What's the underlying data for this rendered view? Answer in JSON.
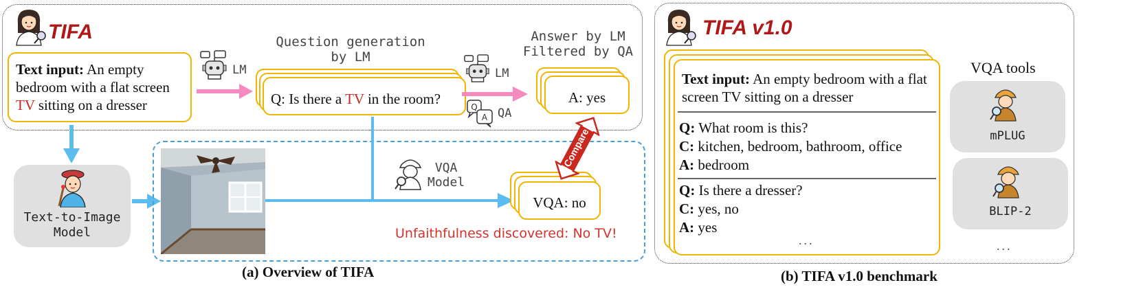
{
  "overview": {
    "title": "TIFA",
    "text_input_label": "Text input:",
    "text_input_part1": " An empty bedroom with a flat screen ",
    "text_input_highlight": "TV",
    "text_input_part2": " sitting on a dresser",
    "lm_label_1": "LM",
    "question_gen_line1": "Question generation",
    "question_gen_line2": "by LM",
    "question_part1": "Q: Is there a ",
    "question_highlight": "TV",
    "question_part2": " in the room?",
    "answer_header_line1": "Answer by LM",
    "answer_header_line2": "Filtered by QA",
    "lm_label_2": "LM",
    "qa_label": "QA",
    "answer": "A: yes",
    "compare_label": "Compare",
    "t2i_line1": "Text-to-Image",
    "t2i_line2": "Model",
    "vqa_model_line1": "VQA",
    "vqa_model_line2": "Model",
    "vqa_answer": "VQA: no",
    "unfaithful": "Unfaithfulness discovered: No TV!",
    "caption": "(a) Overview of TIFA"
  },
  "benchmark": {
    "title": "TIFA v1.0",
    "text_input_label": "Text input:",
    "text_input_text": " An empty bedroom with a flat screen TV sitting on a dresser",
    "q1_label": "Q:",
    "q1_text": " What room is this?",
    "c1_label": "C:",
    "c1_text": " kitchen, bedroom, bathroom, office",
    "a1_label": "A:",
    "a1_text": " bedroom",
    "q2_label": "Q:",
    "q2_text": " Is there a dresser?",
    "c2_label": "C:",
    "c2_text": " yes, no",
    "a2_label": "A:",
    "a2_text": " yes",
    "ellipsis": "...",
    "vqa_tools_title": "VQA tools",
    "tools": [
      "mPLUG",
      "BLIP-2"
    ],
    "tools_ellipsis": "...",
    "caption": "(b) TIFA v1.0 benchmark"
  },
  "colors": {
    "card_border": "#f0b400",
    "arrow_blue": "#5bbcf0",
    "arrow_pink": "#f58ac0",
    "highlight_red": "#c8281e",
    "title_red": "#b01818"
  },
  "icons": [
    "detective-girl-icon",
    "robot-icon",
    "qa-bubble-icon",
    "detective-icon",
    "painter-icon",
    "compare-arrow-icon"
  ]
}
